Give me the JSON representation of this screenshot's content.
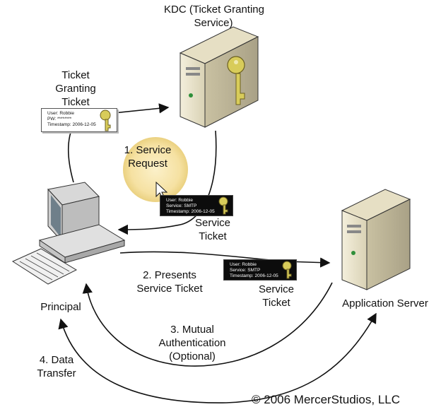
{
  "kdc_label": "KDC (Ticket Granting\nService)",
  "tgt_label": "Ticket\nGranting\nTicket",
  "service_request_label": "1. Service\nRequest",
  "service_ticket_label_1": "Service\nTicket",
  "presents_label": "2. Presents\nService Ticket",
  "service_ticket_label_2": "Service\nTicket",
  "principal_label": "Principal",
  "app_server_label": "Application Server",
  "mutual_auth_label": "3. Mutual\nAuthentication\n(Optional)",
  "data_transfer_label": "4. Data\nTransfer",
  "copyright": "© 2006 MercerStudios, LLC",
  "tickets": {
    "tgt": {
      "line1": "User: Robbie",
      "line2": "PW: ********",
      "line3": "Timestamp: 2006-12-05"
    },
    "st1": {
      "line1": "User: Robbie",
      "line2": "Service: SMTP",
      "line3": "Timestamp: 2006-12-05"
    },
    "st2": {
      "line1": "User: Robbie",
      "line2": "Service: SMTP",
      "line3": "Timestamp: 2006-12-05"
    }
  },
  "colors": {
    "key_gold": "#d8cc5a",
    "server_beige": "#ece6cf",
    "highlight": "#f2d98a"
  }
}
